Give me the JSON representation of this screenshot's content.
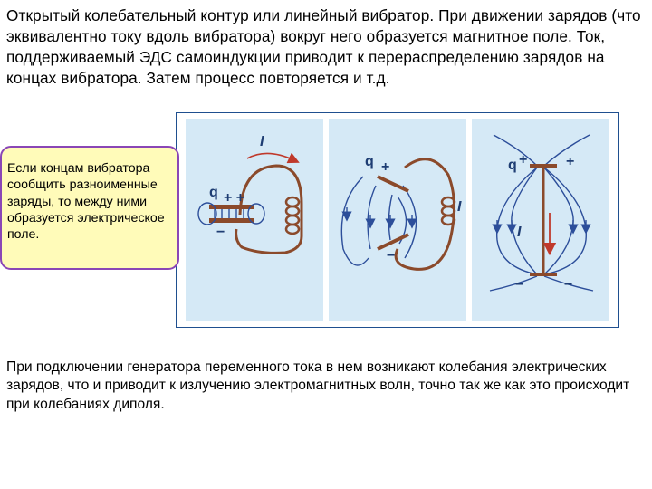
{
  "intro_text": "Открытый колебательный контур или линейный вибратор. При движении зарядов (что эквивалентно току вдоль вибратора) вокруг него образуется магнитное поле. Ток, поддерживаемый ЭДС самоиндукции приводит к перераспределению зарядов на концах вибратора. Затем процесс повторяется и т.д.",
  "callout_text": "Если концам вибратора сообщить разноименные заряды, то между ними образуется электрическое поле.",
  "figure": {
    "panel1": {
      "current_label": "I",
      "charge_label": "q",
      "plus": "+ +",
      "minus": "−"
    },
    "panel2": {
      "charge_label": "q",
      "plus": "+",
      "minus": "−",
      "current_label": "I"
    },
    "panel3": {
      "charge_label": "q",
      "plus": "+",
      "minus": "−",
      "current_label": "I"
    }
  },
  "bottom_text": "При подключении генератора переменного тока в нем возникают колебания электрических зарядов, что и приводит к излучению электромагнитных волн, точно так же как это происходит при колебаниях диполя.",
  "colors": {
    "panel_bg": "#d5e9f6",
    "frame_border": "#1f4f8f",
    "callout_bg": "#fffbb9",
    "callout_border": "#8a46b6",
    "wire": "#8b4a2b",
    "field_line": "#2c4e9a",
    "arrow_red": "#c0392b"
  }
}
